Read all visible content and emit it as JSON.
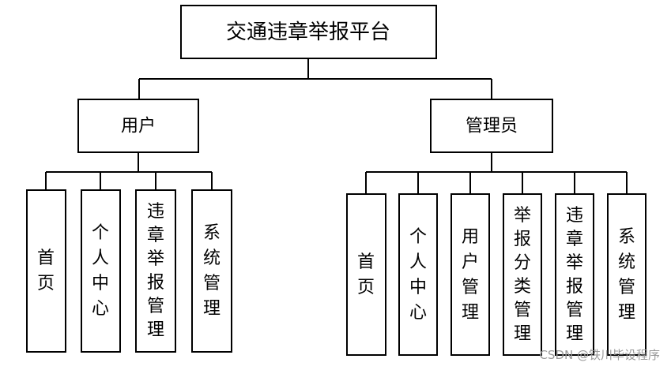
{
  "diagram": {
    "root": {
      "label": "交通违章举报平台"
    },
    "groups": [
      {
        "label": "用户",
        "children": [
          "首页",
          "个人中心",
          "违章举报管理",
          "系统管理"
        ]
      },
      {
        "label": "管理员",
        "children": [
          "首页",
          "个人中心",
          "用户管理",
          "举报分类管理",
          "违章举报管理",
          "系统管理"
        ]
      }
    ]
  },
  "watermark": "CSDN @铁川毕设程序"
}
